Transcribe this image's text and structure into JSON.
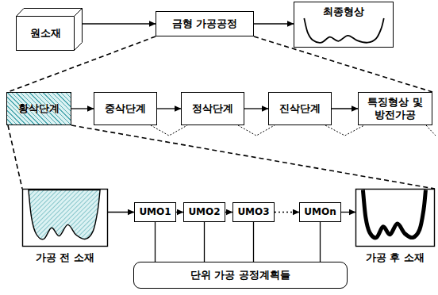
{
  "diagram": {
    "nodes": [
      {
        "text": [
          "원소재"
        ]
      },
      {
        "text": [
          "금형 가공공정"
        ]
      },
      {
        "text": [
          "최종형상"
        ]
      },
      {
        "text": [
          "황삭단계"
        ]
      },
      {
        "text": [
          "중삭단계"
        ]
      },
      {
        "text": [
          "정삭단계"
        ]
      },
      {
        "text": [
          "진삭단계"
        ]
      },
      {
        "text": [
          "특징형상 및 방전가공"
        ]
      },
      {
        "text": [
          "가공 전 소재"
        ]
      },
      {
        "text": [
          "UMO1"
        ]
      },
      {
        "text": [
          "UMO2"
        ]
      },
      {
        "text": [
          "UMO3"
        ]
      },
      {
        "text": [
          "UMOn"
        ]
      },
      {
        "text": [
          "가공 후 소재"
        ]
      },
      {
        "text": [
          "단위 가공 공정계획들"
        ]
      }
    ],
    "edges": [
      {
        "from": 0,
        "to": 1,
        "arrow": "to"
      },
      {
        "from": 1,
        "to": 2,
        "arrow": "to"
      },
      {
        "from": 3,
        "to": 4,
        "arrow": "to"
      },
      {
        "from": 4,
        "to": 5,
        "arrow": "to"
      },
      {
        "from": 5,
        "to": 6,
        "arrow": "to"
      },
      {
        "from": 6,
        "to": 7,
        "arrow": "to"
      },
      {
        "from": 8,
        "to": 9,
        "arrow": "to"
      },
      {
        "from": 9,
        "to": 10,
        "arrow": "to"
      },
      {
        "from": 10,
        "to": 11,
        "arrow": "to"
      },
      {
        "from": 11,
        "to": 12,
        "arrow": "to"
      },
      {
        "from": 12,
        "to": 13,
        "arrow": "to"
      },
      {
        "from": 9,
        "to": 14,
        "arrow": "none"
      },
      {
        "from": 10,
        "to": 14,
        "arrow": "none"
      },
      {
        "from": 11,
        "to": 14,
        "arrow": "none"
      },
      {
        "from": 12,
        "to": 14,
        "arrow": "none"
      }
    ]
  }
}
